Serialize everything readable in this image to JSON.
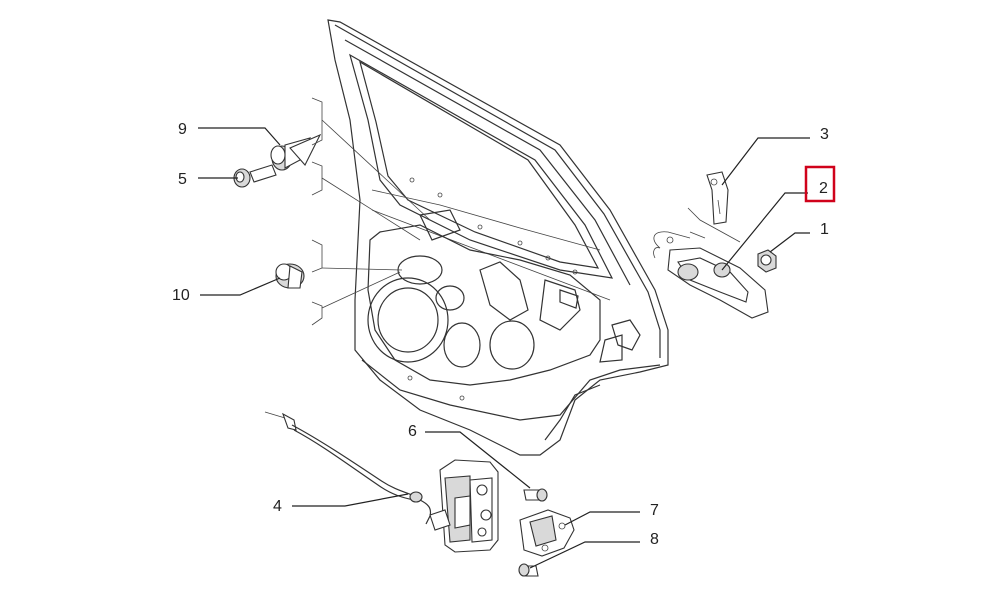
{
  "callouts": [
    {
      "id": "9",
      "label": "9"
    },
    {
      "id": "5",
      "label": "5"
    },
    {
      "id": "10",
      "label": "10"
    },
    {
      "id": "3",
      "label": "3"
    },
    {
      "id": "2",
      "label": "2"
    },
    {
      "id": "1",
      "label": "1"
    },
    {
      "id": "6",
      "label": "6"
    },
    {
      "id": "4",
      "label": "4"
    },
    {
      "id": "7",
      "label": "7"
    },
    {
      "id": "8",
      "label": "8"
    }
  ],
  "highlighted_callout": "2",
  "colors": {
    "highlight": "#d0021b",
    "line": "#222222"
  }
}
